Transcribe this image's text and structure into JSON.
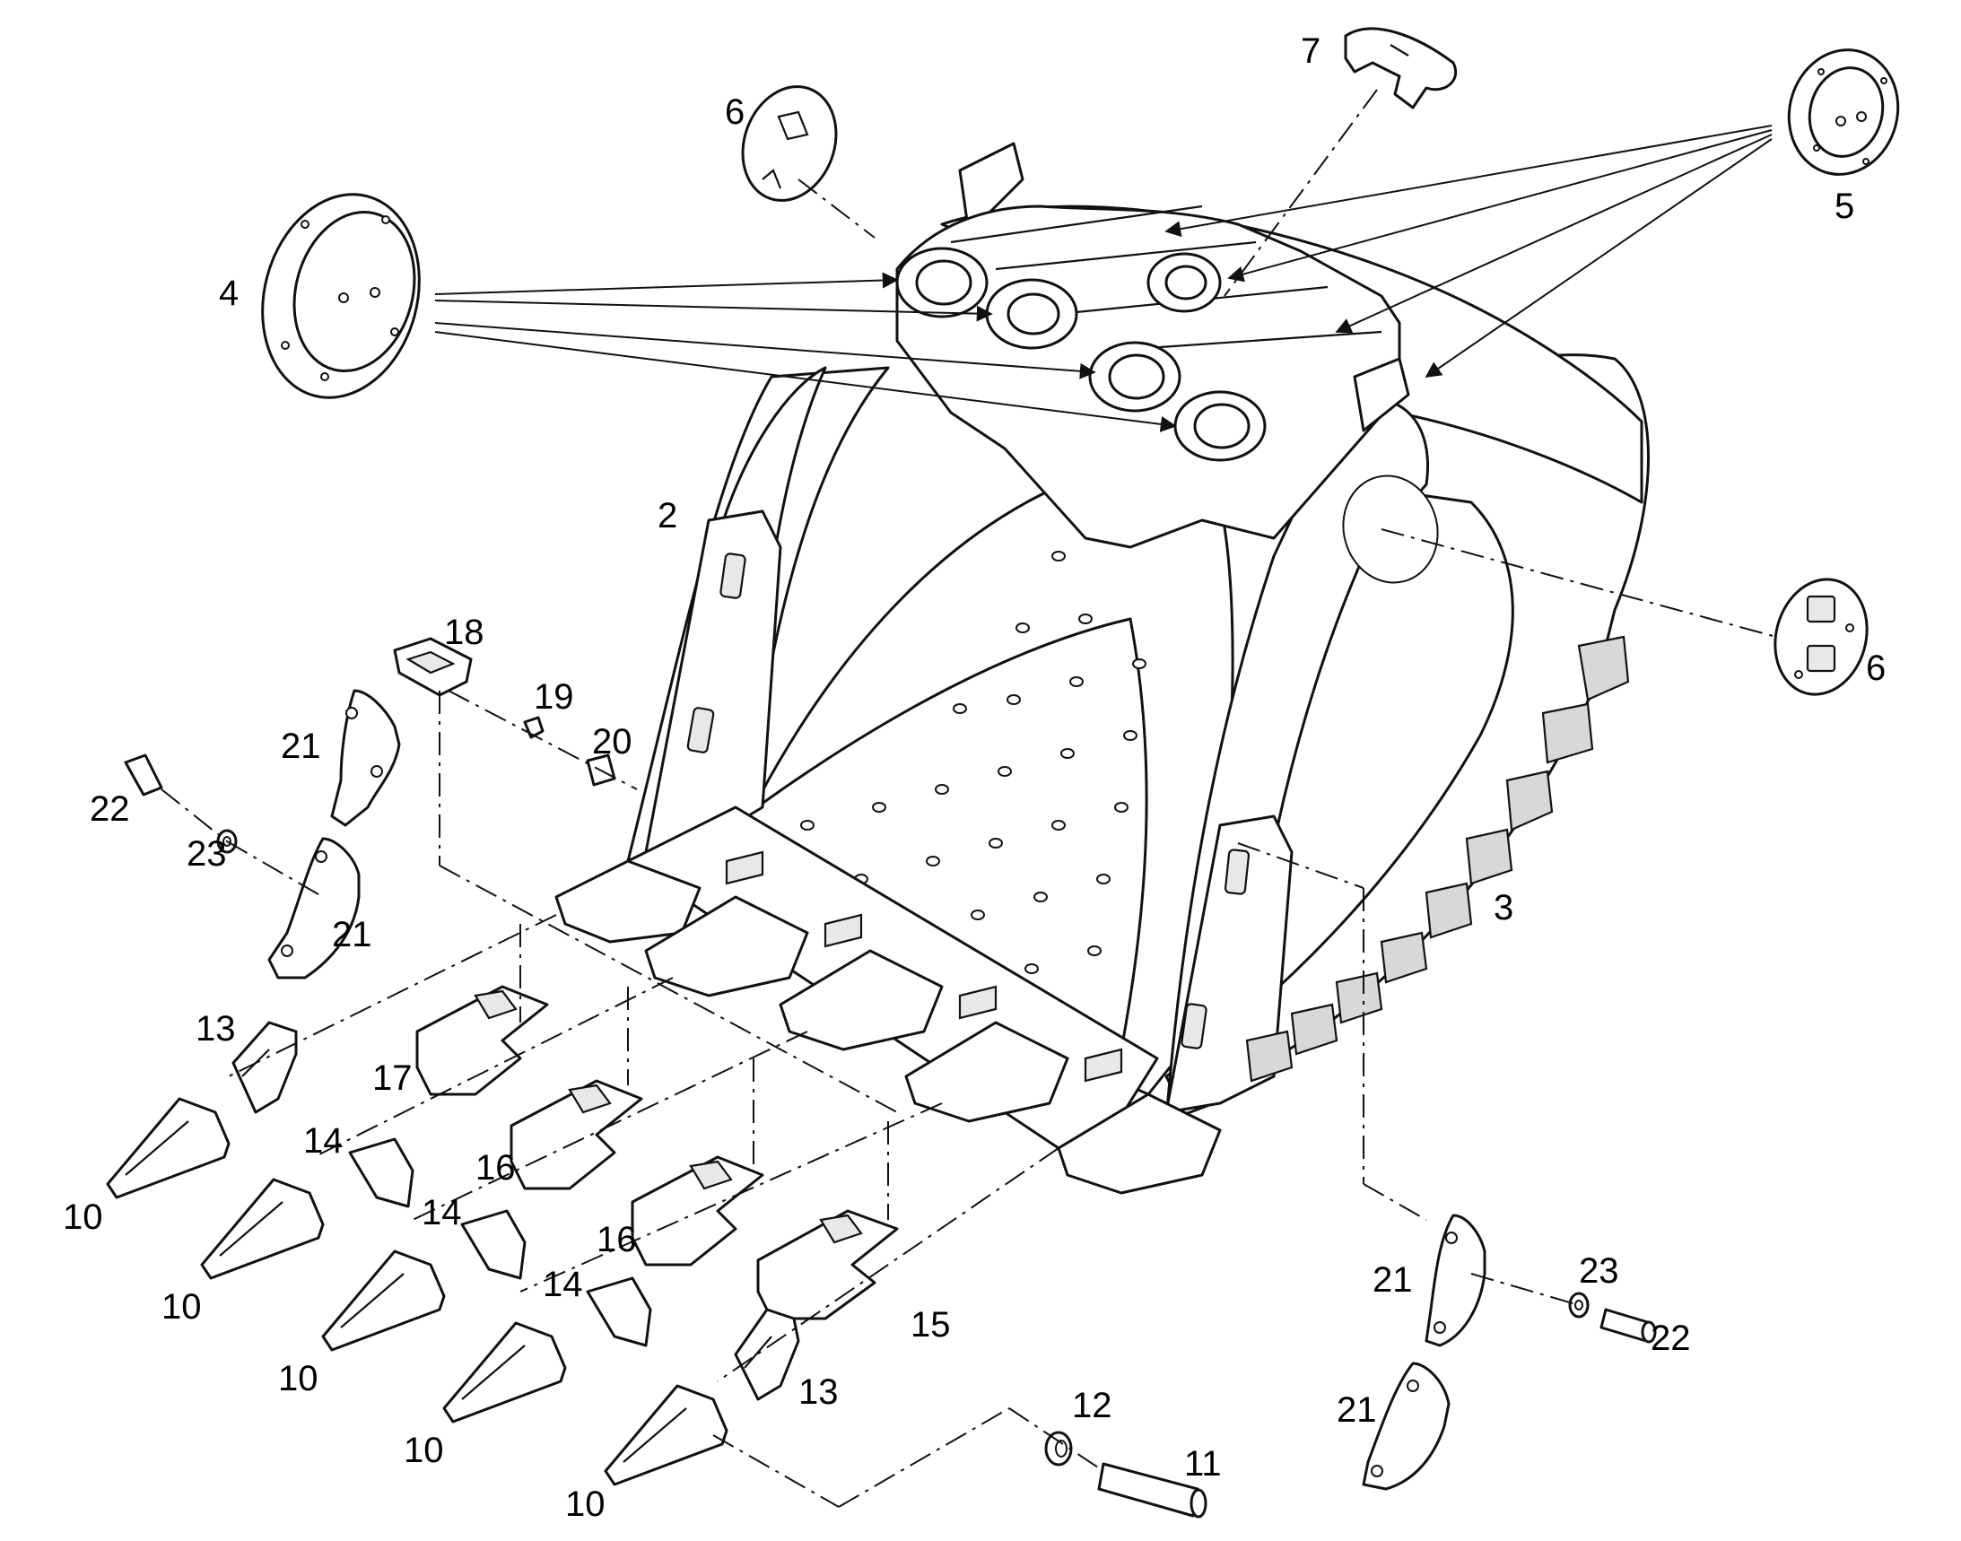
{
  "diagram": {
    "callouts": {
      "c2": "2",
      "c3": "3",
      "c4": "4",
      "c5": "5",
      "c6a": "6",
      "c6b": "6",
      "c7": "7",
      "c10a": "10",
      "c10b": "10",
      "c10c": "10",
      "c10d": "10",
      "c10e": "10",
      "c11": "11",
      "c12": "12",
      "c13a": "13",
      "c13b": "13",
      "c14a": "14",
      "c14b": "14",
      "c14c": "14",
      "c15": "15",
      "c16a": "16",
      "c16b": "16",
      "c17": "17",
      "c18": "18",
      "c19": "19",
      "c20": "20",
      "c21a": "21",
      "c21b": "21",
      "c21c": "21",
      "c21d": "21",
      "c22a": "22",
      "c22b": "22",
      "c23a": "23",
      "c23b": "23"
    }
  }
}
